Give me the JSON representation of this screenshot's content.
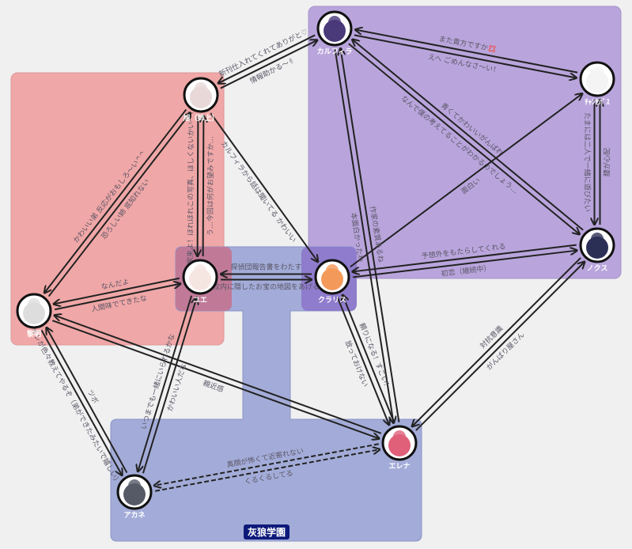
{
  "group_label": "灰狼学園",
  "colors": {
    "pink": "#f0a7a7",
    "purple": "#b9a5dc",
    "blue": "#9ea8d6",
    "yue_box": "#c07a98",
    "clarisse_box": "#8f7ccc"
  },
  "nodes": [
    {
      "id": "karufira",
      "name": "カルフィラ",
      "color": "#4a3a7a"
    },
    {
      "id": "chancebus",
      "name": "ﾁｬﾝｾﾊﾞｽ",
      "color": "#f4f4f4"
    },
    {
      "id": "asahi",
      "name": "旭（姉上）",
      "color": "#e8d8d8"
    },
    {
      "id": "nox",
      "name": "ノクス",
      "color": "#2c2f55"
    },
    {
      "id": "yue",
      "name": "ユエ",
      "color": "#f6e6e2"
    },
    {
      "id": "clarisse",
      "name": "クラリス",
      "color": "#f39a5a"
    },
    {
      "id": "reimei",
      "name": "黎明",
      "color": "#ddd"
    },
    {
      "id": "elena",
      "name": "エレナ",
      "color": "#e0607a"
    },
    {
      "id": "akane",
      "name": "アカネ",
      "color": "#555a66"
    }
  ],
  "edges": [
    {
      "from": "karufira",
      "to": "asahi",
      "label": "新刊仕入れてくれてありがと♡"
    },
    {
      "from": "asahi",
      "to": "karufira",
      "label": "情報助かる〜✌"
    },
    {
      "from": "chancebus",
      "to": "karufira",
      "label": "また貴方ですか💢"
    },
    {
      "from": "karufira",
      "to": "chancebus",
      "label": "えへ ごめんなさ〜い！"
    },
    {
      "from": "karufira",
      "to": "nox",
      "label": "なんで僕の考えてることがわかるのでしょう…"
    },
    {
      "from": "nox",
      "to": "karufira",
      "label": "青くてかわいいがんばれ"
    },
    {
      "from": "clarisse",
      "to": "chancebus",
      "label": "面白い"
    },
    {
      "from": "chancebus",
      "to": "nox",
      "label": "たまには二人で一緒に遊びたい"
    },
    {
      "from": "nox",
      "to": "chancebus",
      "label": "腰が心配"
    },
    {
      "from": "nox",
      "to": "clarisse",
      "label": "予想外をもたらしてくれる"
    },
    {
      "from": "clarisse",
      "to": "nox",
      "label": "初恋（継続中）"
    },
    {
      "from": "elena",
      "to": "karufira",
      "label": "作家の素質あるね"
    },
    {
      "from": "karufira",
      "to": "elena",
      "label": "本面白かったわ"
    },
    {
      "from": "elena",
      "to": "clarisse",
      "label": "頼りになる！すごい！"
    },
    {
      "from": "clarisse",
      "to": "elena",
      "label": "放っておけない"
    },
    {
      "from": "elena",
      "to": "nox",
      "label": "がんばり屋さん"
    },
    {
      "from": "nox",
      "to": "elena",
      "label": "対抗意識"
    },
    {
      "from": "asahi",
      "to": "clarisse",
      "label": "カルフィラから話は聞いてる かわいい"
    },
    {
      "from": "asahi",
      "to": "yue",
      "label": "家来よ！ほれほれこの写真、ほしくないかい〜？"
    },
    {
      "from": "yue",
      "to": "asahi",
      "label": "う…今回は何がお望みですか…"
    },
    {
      "from": "asahi",
      "to": "reimei",
      "label": "かわいい弟 反応がおもしろ〜い^^"
    },
    {
      "from": "reimei",
      "to": "asahi",
      "label": "恐ろしい姉 底知れない"
    },
    {
      "from": "yue",
      "to": "reimei",
      "label": "なんだよ"
    },
    {
      "from": "reimei",
      "to": "yue",
      "label": "人間味でてきたな"
    },
    {
      "from": "clarisse",
      "to": "yue",
      "label": "探偵団報告書をわたす"
    },
    {
      "from": "yue",
      "to": "clarisse",
      "label": "校内に隠したお宝の地図をあげる"
    },
    {
      "from": "reimei",
      "to": "elena",
      "label": "親近感"
    },
    {
      "from": "elena",
      "to": "reimei",
      "label": ""
    },
    {
      "from": "reimei",
      "to": "akane",
      "label": "オレが色々教えてやるぞ（弟ができたみたいで嬉しい）"
    },
    {
      "from": "akane",
      "to": "reimei",
      "label": "ツボ"
    },
    {
      "from": "yue",
      "to": "akane",
      "label": "いつまでも一緒にいられるかな"
    },
    {
      "from": "akane",
      "to": "yue",
      "label": "かわいい人だな"
    },
    {
      "from": "elena",
      "to": "akane",
      "label": "真顔が怖くて近寄れない",
      "dashed": true
    },
    {
      "from": "akane",
      "to": "elena",
      "label": "くるくるしてる",
      "dashed": true
    }
  ]
}
